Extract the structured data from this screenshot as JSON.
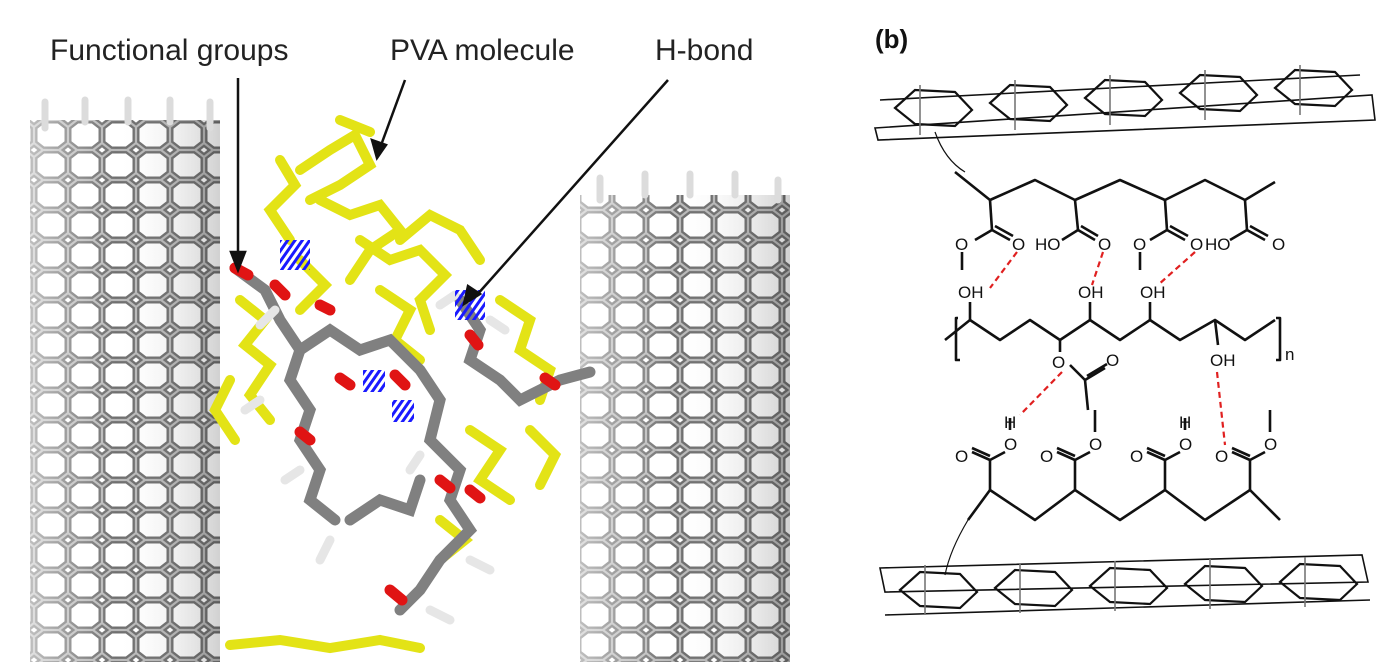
{
  "panel_a": {
    "labels": {
      "functional_groups": "Functional groups",
      "pva_molecule": "PVA molecule",
      "h_bond": "H-bond"
    },
    "colors": {
      "nanotube": "#8c8c8c",
      "nanotube_highlight": "#d8d8d8",
      "pva": "#e6e619",
      "oxygen": "#e01010",
      "hydrogen": "#e8e8e8",
      "carbon": "#7a7a7a",
      "h_bond": "#1a1aff"
    }
  },
  "panel_b": {
    "tag": "(b)",
    "atoms": {
      "oxygen": "O",
      "hydroxyl_left": "HO",
      "hydroxyl": "OH",
      "hydrogen": "H",
      "repeat_index": "n"
    },
    "colors": {
      "bond": "#111111",
      "h_bond": "#e02020"
    }
  }
}
